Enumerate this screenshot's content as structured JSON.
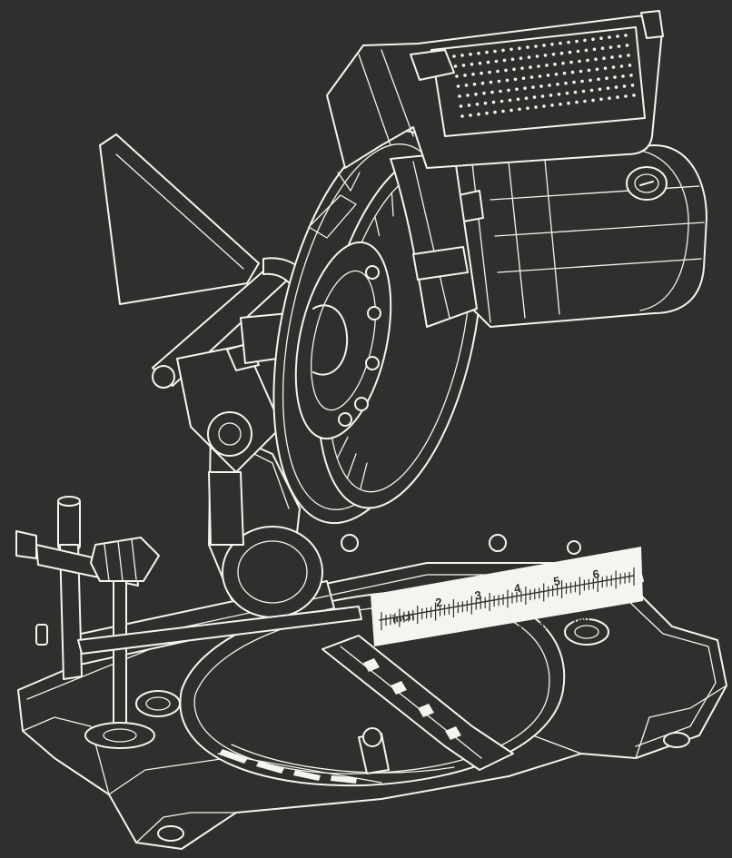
{
  "colors": {
    "background": "#2f2f2d",
    "line": "#f4f4f0"
  },
  "scale": {
    "inch_unit": "inch",
    "inch_marks": [
      "2",
      "3",
      "4",
      "5",
      "6"
    ],
    "mm_unit": "mm",
    "mm_marks": [
      "40",
      "60",
      "80",
      "100",
      "120",
      "140",
      "160"
    ]
  }
}
